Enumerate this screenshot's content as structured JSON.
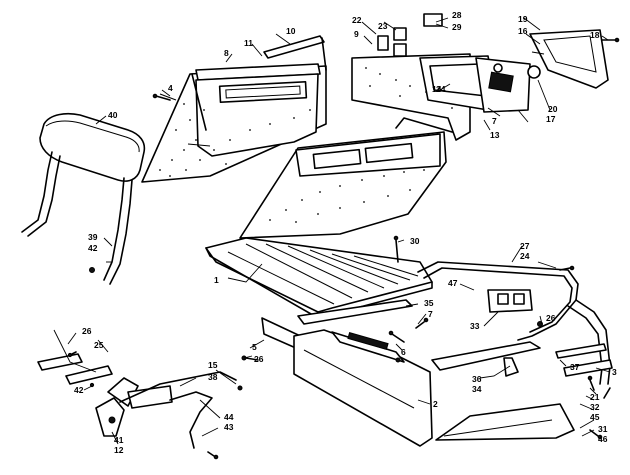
{
  "callouts": [
    {
      "id": "c1",
      "text": "1"
    },
    {
      "id": "c2",
      "text": "2"
    },
    {
      "id": "c3",
      "text": "3"
    },
    {
      "id": "c4",
      "text": "4"
    },
    {
      "id": "c5",
      "text": "5"
    },
    {
      "id": "c6",
      "text": "6"
    },
    {
      "id": "c7a",
      "text": "7"
    },
    {
      "id": "c7b",
      "text": "7"
    },
    {
      "id": "c8",
      "text": "8"
    },
    {
      "id": "c9",
      "text": "9"
    },
    {
      "id": "c10",
      "text": "10"
    },
    {
      "id": "c11",
      "text": "11"
    },
    {
      "id": "c12",
      "text": "12"
    },
    {
      "id": "c13",
      "text": "13"
    },
    {
      "id": "c14",
      "text": "14"
    },
    {
      "id": "c15",
      "text": "15"
    },
    {
      "id": "c16",
      "text": "16"
    },
    {
      "id": "c17",
      "text": "17"
    },
    {
      "id": "c18",
      "text": "18"
    },
    {
      "id": "c19",
      "text": "19"
    },
    {
      "id": "c20",
      "text": "20"
    },
    {
      "id": "c21",
      "text": "21"
    },
    {
      "id": "c22",
      "text": "22"
    },
    {
      "id": "c23",
      "text": "23"
    },
    {
      "id": "c24a",
      "text": "24"
    },
    {
      "id": "c24b",
      "text": "24"
    },
    {
      "id": "c25",
      "text": "25"
    },
    {
      "id": "c26a",
      "text": "26"
    },
    {
      "id": "c26b",
      "text": "26"
    },
    {
      "id": "c26c",
      "text": "26"
    },
    {
      "id": "c27",
      "text": "27"
    },
    {
      "id": "c28",
      "text": "28"
    },
    {
      "id": "c29",
      "text": "29"
    },
    {
      "id": "c30",
      "text": "30"
    },
    {
      "id": "c31",
      "text": "31"
    },
    {
      "id": "c32",
      "text": "32"
    },
    {
      "id": "c33",
      "text": "33"
    },
    {
      "id": "c34",
      "text": "34"
    },
    {
      "id": "c35",
      "text": "35"
    },
    {
      "id": "c36",
      "text": "36"
    },
    {
      "id": "c37",
      "text": "37"
    },
    {
      "id": "c38",
      "text": "38"
    },
    {
      "id": "c39",
      "text": "39"
    },
    {
      "id": "c40",
      "text": "40"
    },
    {
      "id": "c41",
      "text": "41"
    },
    {
      "id": "c42a",
      "text": "42"
    },
    {
      "id": "c42b",
      "text": "42"
    },
    {
      "id": "c43",
      "text": "43"
    },
    {
      "id": "c44",
      "text": "44"
    },
    {
      "id": "c45",
      "text": "45"
    },
    {
      "id": "c46",
      "text": "46"
    },
    {
      "id": "c47",
      "text": "47"
    }
  ]
}
